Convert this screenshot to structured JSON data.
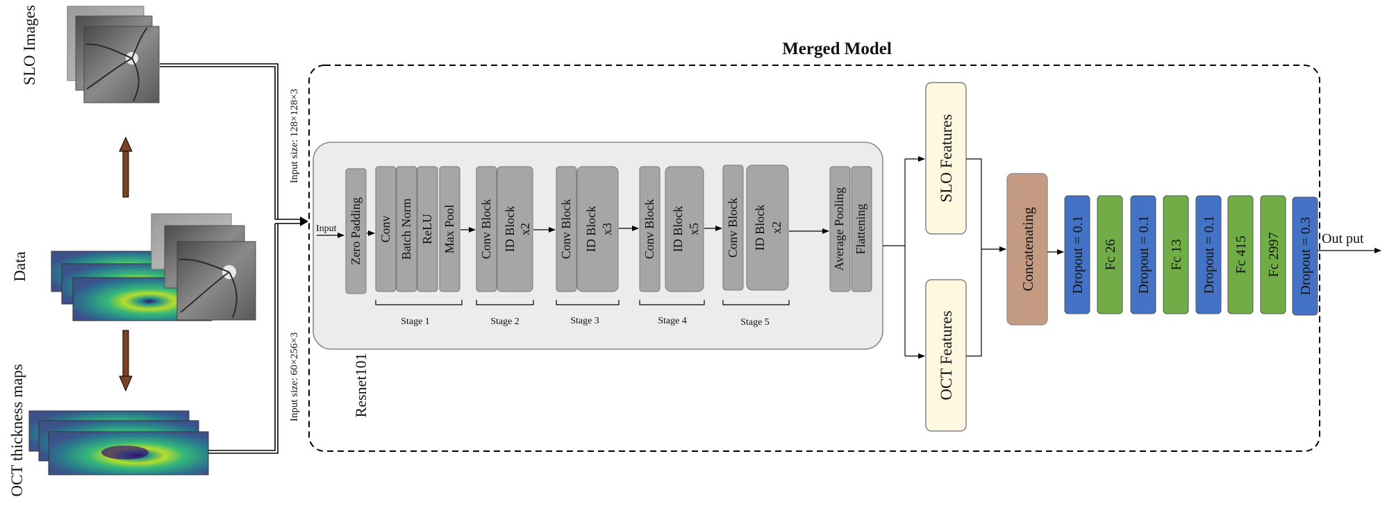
{
  "title": "Merged Model",
  "left_labels": {
    "slo": "SLO Images",
    "data": "Data",
    "oct": "OCT thickness maps"
  },
  "input_sizes": {
    "slo": "Input size: 128×128×3",
    "oct": "Input size: 60×256×3"
  },
  "resnet": {
    "input_label": "Input",
    "name": "Resnet101",
    "blocks": {
      "zero_padding": "Zero Padding",
      "conv": "Conv",
      "batch_norm": "Batch Norm",
      "relu": "ReLU",
      "max_pool": "Max Pool",
      "s2_conv": "Conv Block",
      "s2_id": "ID Block",
      "s2_id_mult": "x2",
      "s3_conv": "Conv Block",
      "s3_id": "ID Block",
      "s3_id_mult": "x3",
      "s4_conv": "Conv Block",
      "s4_id": "ID Block",
      "s4_id_mult": "x5",
      "s5_conv": "Conv Block",
      "s5_id": "ID Block",
      "s5_id_mult": "x2",
      "avg_pool": "Average Pooling",
      "flattening": "Flattening"
    },
    "stages": [
      "Stage 1",
      "Stage 2",
      "Stage 3",
      "Stage 4",
      "Stage 5"
    ]
  },
  "features": {
    "slo": "SLO Features",
    "oct": "OCT Features"
  },
  "concatenating": "Concatenating",
  "head_layers": [
    "Dropout = 0.1",
    "Fc 26",
    "Dropout = 0.1",
    "Fc 13",
    "Dropout = 0.1",
    "Fc 415",
    "Fc 2997",
    "Dropout = 0.3"
  ],
  "output_label": "Out put",
  "colors": {
    "title": "#1f3864",
    "block_gray": "#a6a6a6",
    "resnet_panel": "#ececec",
    "feature_fill": "#fff8e1",
    "concat_fill": "#c49a82",
    "dropout_fill": "#4472c4",
    "fc_fill": "#70ad47",
    "arrow_brown": "#7b4224"
  }
}
